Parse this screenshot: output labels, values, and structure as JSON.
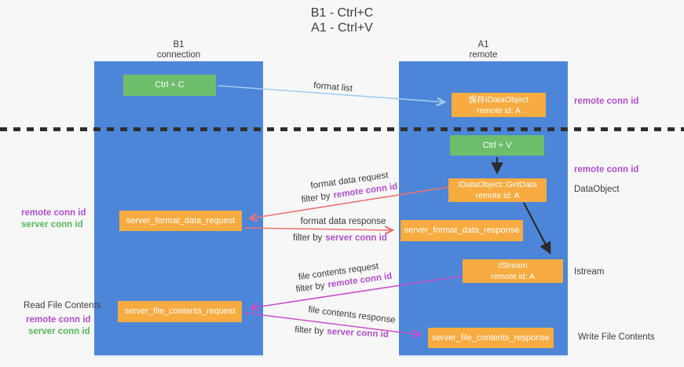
{
  "title": {
    "line1": "B1 - Ctrl+C",
    "line2": "A1 - Ctrl+V"
  },
  "lanes": {
    "left": {
      "header1": "B1",
      "header2": "connection"
    },
    "right": {
      "header1": "A1",
      "header2": "remote"
    }
  },
  "nodes": {
    "ctrl_c": {
      "label": "Ctrl + C"
    },
    "ctrl_v": {
      "label": "Ctrl + V"
    },
    "saved_dataobject": {
      "line1": "保存IDataObject",
      "line2": "remote id: A"
    },
    "getdata": {
      "line1": "IDataObject::GetData",
      "line2": "remote id: A"
    },
    "istream": {
      "line1": "IStream",
      "line2": "remote id: A"
    },
    "server_format_data_request": {
      "label": "server_format_data_request"
    },
    "server_format_data_response": {
      "label": "server_format_data_response"
    },
    "server_file_contents_request": {
      "label": "server_file_contents_request"
    },
    "server_file_contents_response": {
      "label": "server_file_contents_response"
    }
  },
  "edge_labels": {
    "format_list": "format list",
    "format_data_request": "format data request",
    "format_data_response": "format data response",
    "file_contents_request": "file contents request",
    "file_contents_response": "file contents response",
    "filter_by": "filter by",
    "remote_conn_id": "remote conn id",
    "server_conn_id": "server conn id"
  },
  "annotations": {
    "remote_conn_id": "remote conn id",
    "server_conn_id": "server conn id",
    "dataobject": "DataObject",
    "istream": "Istream",
    "read_file_contents": "Read File Contents",
    "write_file_contents": "Write File Contents"
  },
  "colors": {
    "lane_blue": "#4d86d8",
    "node_green": "#6ebd6b",
    "node_orange": "#f7ab40",
    "arrow_red": "#e8756f",
    "arrow_magenta": "#c750c7",
    "arrow_light_blue": "#a3cdf0",
    "arrow_black": "#2b2b2b",
    "label_purple": "#b04fc9",
    "label_green": "#57b657"
  }
}
